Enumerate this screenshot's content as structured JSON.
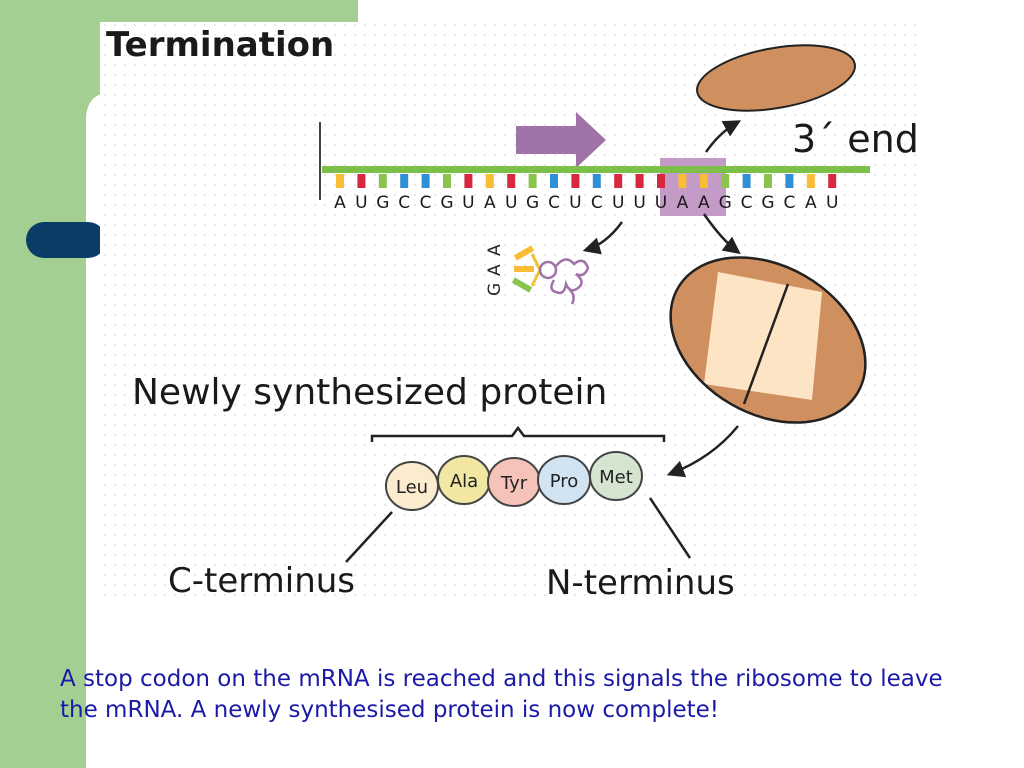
{
  "title": "Termination",
  "three_prime_label": "3´ end",
  "mrna_bases": [
    "A",
    "U",
    "G",
    "C",
    "C",
    "G",
    "U",
    "A",
    "U",
    "G",
    "C",
    "U",
    "C",
    "U",
    "U",
    "U",
    "A",
    "A",
    "G",
    "C",
    "G",
    "C",
    "A",
    "U"
  ],
  "trna_anticodon": [
    "G",
    "A",
    "A"
  ],
  "protein_heading": "Newly synthesized protein",
  "amino_acids": [
    {
      "label": "Leu",
      "color": "#fbecd0"
    },
    {
      "label": "Ala",
      "color": "#f1e6a2"
    },
    {
      "label": "Tyr",
      "color": "#f6c3bb"
    },
    {
      "label": "Pro",
      "color": "#d2e3f1"
    },
    {
      "label": "Met",
      "color": "#d6e5cf"
    }
  ],
  "c_terminus_label": "C-terminus",
  "n_terminus_label": "N-terminus",
  "caption": "A stop codon on the mRNA is reached and this signals the ribosome to leave the mRNA. A newly synthesised protein is now complete!",
  "colors": {
    "sidebar_green": "#a3cf93",
    "navy_tab": "#0b3c66",
    "ribosome_brown": "#cf8f5e",
    "ribosome_cream": "#fde4c5",
    "mrna_backbone": "#7cc04a",
    "arrow_purple": "#a073a8",
    "stop_codon_highlight": "#c49ac6",
    "caption_blue": "#1a1aa6",
    "base_A": "#f8bd34",
    "base_U": "#d8283f",
    "base_G": "#8ac44e",
    "base_C": "#2f8fd4"
  }
}
